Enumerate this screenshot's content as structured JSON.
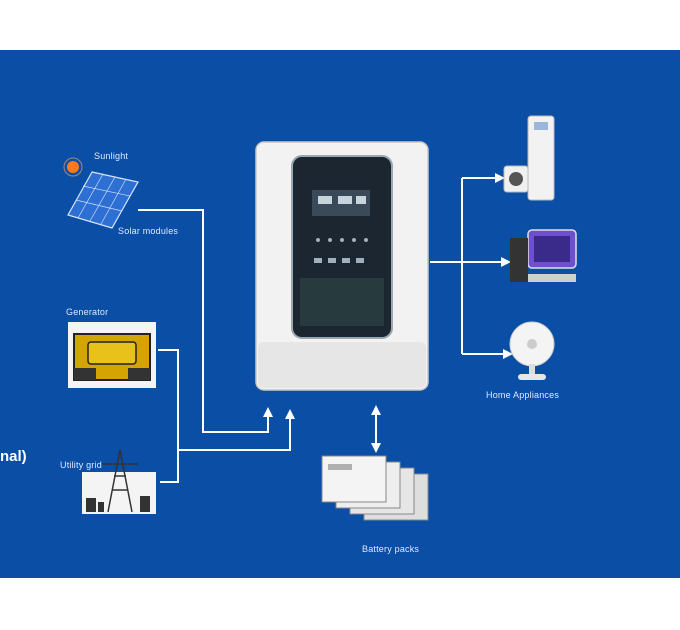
{
  "diagram": {
    "sources": {
      "sunlight": "Sunlight",
      "solar_modules": "Solar modules",
      "generator": "Generator",
      "utility_grid": "Utility grid"
    },
    "storage": {
      "battery_packs": "Battery packs"
    },
    "loads": {
      "home_appliances": "Home Appliances"
    },
    "partial_edge_text": "nal)"
  },
  "colors": {
    "background": "#0a4ea6",
    "wire": "#ffffff",
    "inverter_body": "#f2f2f2",
    "inverter_screen": "#1c2630"
  }
}
